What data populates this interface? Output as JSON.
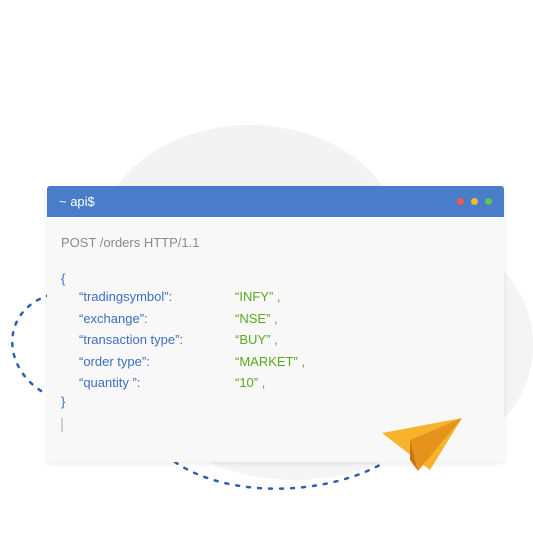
{
  "colors": {
    "titlebar": "#4a7dc9",
    "key": "#3c6fc0",
    "value": "#5aa81e",
    "request_line": "#8a8a8a",
    "dots": [
      "#f05a4f",
      "#f5b82e",
      "#57c84d"
    ],
    "plane": "#f7b32b"
  },
  "window": {
    "title": "~ api$",
    "request_line": "POST /orders HTTP/1.1",
    "open_brace": "{",
    "close_brace": "}",
    "fields": [
      {
        "key": "“tradingsymbol”:",
        "value": "“INFY” ,"
      },
      {
        "key": "“exchange”:",
        "value": "“NSE” ,"
      },
      {
        "key": "“transaction type”:",
        "value": "“BUY” ,"
      },
      {
        "key": "“order type”:",
        "value": "“MARKET” ,"
      },
      {
        "key": "“quantity ”:",
        "value": "“10” ,"
      }
    ]
  },
  "icons": {
    "plane": "paper-plane-icon",
    "window_dots": "window-controls-icon"
  }
}
